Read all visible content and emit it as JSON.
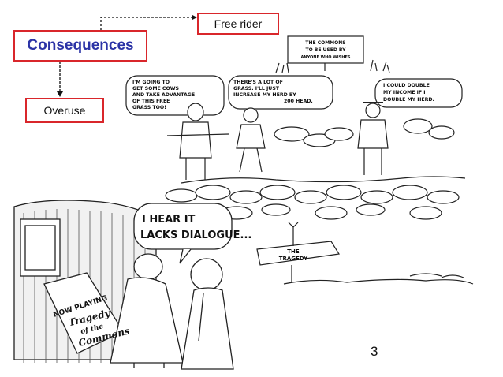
{
  "slide": {
    "title_box": "Consequences",
    "free_rider_box": "Free rider",
    "overuse_box": "Overuse",
    "page_number": "3"
  },
  "cartoon_top": {
    "sign": [
      "THE COMMONS",
      "TO BE USED BY",
      "ANYONE WHO WISHES"
    ],
    "bubble_1": [
      "I'M GOING TO",
      "GET SOME COWS",
      "AND TAKE ADVANTAGE",
      "OF THIS FREE",
      "GRASS TOO!"
    ],
    "bubble_2": [
      "THERE'S A LOT OF",
      "GRASS. I'LL JUST",
      "INCREASE MY HERD BY",
      "200 HEAD."
    ],
    "bubble_3": [
      "I COULD DOUBLE",
      "MY INCOME IF I",
      "DOUBLE MY HERD."
    ],
    "tragedy_sign": [
      "THE",
      "TRAGEDY"
    ]
  },
  "cartoon_bottom": {
    "bubble": [
      "I HEAR IT",
      "LACKS DIALOGUE..."
    ],
    "poster": [
      "NOW PLAYING",
      "Tragedy",
      "of the",
      "Commons"
    ]
  }
}
